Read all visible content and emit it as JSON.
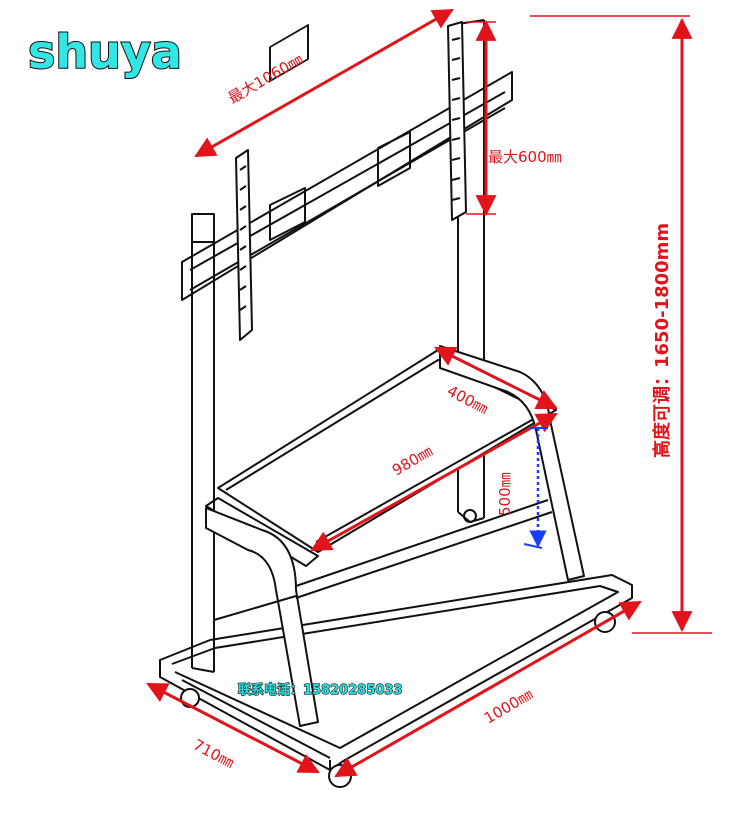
{
  "brand": {
    "logo_text": "shuya"
  },
  "dimensions": {
    "mount_width": "最大1060㎜",
    "mount_height": "最大600㎜",
    "total_height": "高度可调：1650-1800mm",
    "shelf_depth": "400㎜",
    "shelf_width": "980㎜",
    "shelf_height": "500㎜",
    "base_length": "1000㎜",
    "base_width": "710㎜"
  },
  "contact": {
    "text": "联系电话：15820285033"
  },
  "colors": {
    "dimension": "#e0141a",
    "logo": "#33e6e6",
    "outline": "#111111",
    "guide": "#1a3cff"
  }
}
